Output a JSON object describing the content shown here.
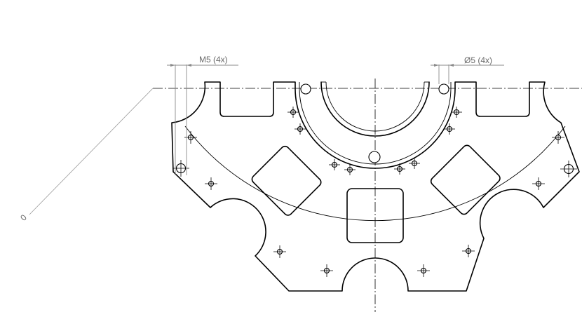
{
  "drawing": {
    "callout_threads": {
      "label": "M5 (4x)"
    },
    "callout_holes": {
      "label": "Ø5 (4x)"
    },
    "leader_mark": {
      "label": "0"
    }
  }
}
